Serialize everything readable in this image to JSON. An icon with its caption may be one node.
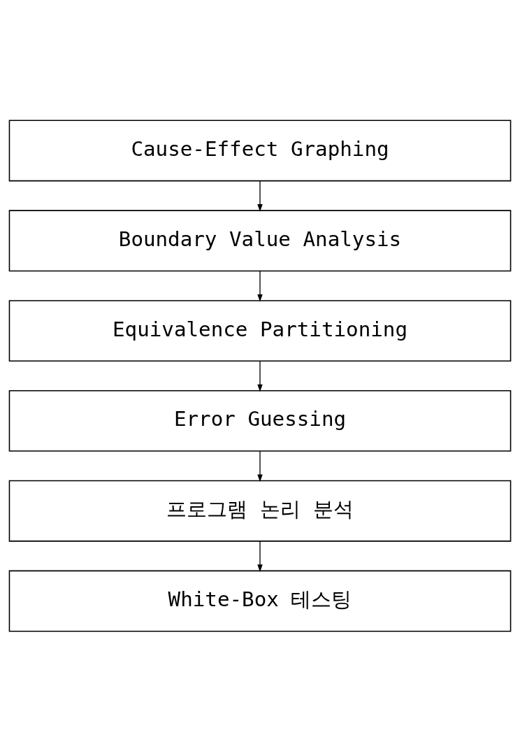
{
  "diagram": {
    "nodes": [
      {
        "text": [
          "Cause-Effect Graphing"
        ]
      },
      {
        "text": [
          "Boundary Value Analysis"
        ]
      },
      {
        "text": [
          "Equivalence Partitioning"
        ]
      },
      {
        "text": [
          "Error Guessing"
        ]
      },
      {
        "text": [
          "프로그램 논리 분석"
        ]
      },
      {
        "text": [
          "White-Box 테스팅"
        ]
      }
    ],
    "edges": [
      {
        "from": 0,
        "to": 1,
        "arrow": "to"
      },
      {
        "from": 1,
        "to": 2,
        "arrow": "to"
      },
      {
        "from": 2,
        "to": 3,
        "arrow": "to"
      },
      {
        "from": 3,
        "to": 4,
        "arrow": "to"
      },
      {
        "from": 4,
        "to": 5,
        "arrow": "to"
      }
    ]
  }
}
